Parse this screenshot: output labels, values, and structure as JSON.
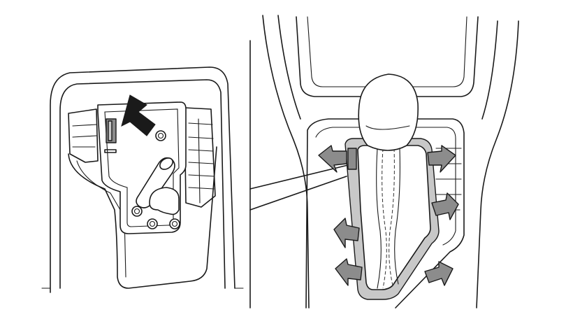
{
  "figure": {
    "left_panel": "removed-shift-panel-detail",
    "right_panel": "installed-shift-lever-console",
    "callout": "detail-leader-lines"
  },
  "colors": {
    "line": "#1a1a1a",
    "arrow_fill_dark": "#1a1a1a",
    "arrow_fill_grey": "#8c8c8c",
    "boot_trim": "#c8c8c8",
    "background": "#ffffff"
  },
  "icons": {
    "pull_arrow": "arrow-up-left-icon",
    "clip_arrows": "clip-release-arrow-icon"
  }
}
